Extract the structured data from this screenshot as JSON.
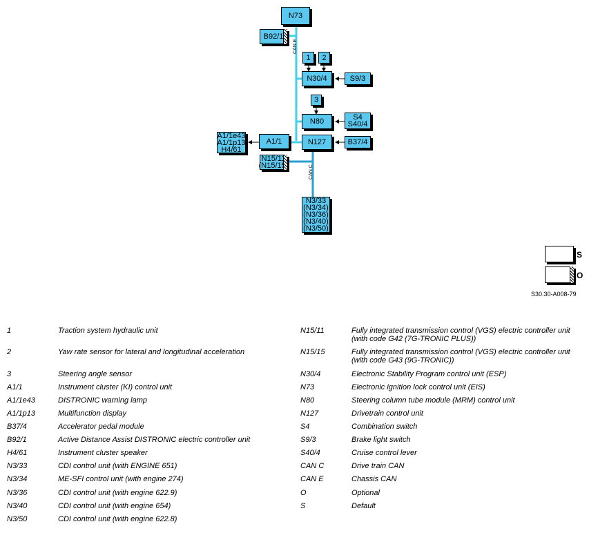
{
  "diagram": {
    "nodes": {
      "N73": "N73",
      "B92_1": "B92/1",
      "c1": "1",
      "c2": "2",
      "N30_4": "N30/4",
      "S9_3": "S9/3",
      "c3": "3",
      "N80": "N80",
      "S4_S40_4": [
        "S4",
        "S40/4"
      ],
      "A1_1": "A1/1",
      "A1_group": [
        "A1/1e43",
        "A1/1p13",
        "H4/61"
      ],
      "N127": "N127",
      "B37_4": "B37/4",
      "N15_group": [
        "N15/11",
        "(N15/15)"
      ],
      "N3_group": [
        "N3/33",
        "(N3/34)",
        "(N3/36)",
        "(N3/40)",
        "(N3/50)"
      ]
    },
    "bus_labels": {
      "can_e": "CAN E",
      "can_c": "CAN C"
    },
    "bus_color": "#3fd0e8",
    "bus_color_c": "#2a9fd0",
    "node_color": "#5bc8f0"
  },
  "legend_symbols": {
    "standard": "S",
    "optional": "O"
  },
  "figure_ref": "S30.30-A008-79",
  "legend": {
    "left": [
      {
        "code": "1",
        "desc": "Traction system hydraulic unit"
      },
      {
        "code": "2",
        "desc": "Yaw rate sensor for lateral and longitudinal acceleration"
      },
      {
        "code": "3",
        "desc": "Steering angle sensor"
      },
      {
        "code": "A1/1",
        "desc": "Instrument cluster (KI) control unit"
      },
      {
        "code": "A1/1e43",
        "desc": "DISTRONIC warning lamp"
      },
      {
        "code": "A1/1p13",
        "desc": "Multifunction display"
      },
      {
        "code": "B37/4",
        "desc": "Accelerator pedal module"
      },
      {
        "code": "B92/1",
        "desc": "Active Distance Assist DISTRONIC electric controller unit"
      },
      {
        "code": "H4/61",
        "desc": "Instrument cluster speaker"
      },
      {
        "code": "N3/33",
        "desc": "CDI control unit (with ENGINE 651)"
      },
      {
        "code": "N3/34",
        "desc": "ME-SFI control unit (with engine 274)"
      },
      {
        "code": "N3/36",
        "desc": "CDI control unit (with engine 622.9)"
      },
      {
        "code": "N3/40",
        "desc": "CDI control unit (with engine 654)"
      },
      {
        "code": "N3/50",
        "desc": "CDI control unit (with engine 622.8)"
      }
    ],
    "right": [
      {
        "code": "N15/11",
        "desc": "Fully integrated transmission control (VGS) electric controller unit (with code G42 (7G-TRONIC PLUS))"
      },
      {
        "code": "N15/15",
        "desc": "Fully integrated transmission control (VGS) electric controller unit (with code G43 (9G-TRONIC))"
      },
      {
        "code": "N30/4",
        "desc": "Electronic Stability Program control unit (ESP)"
      },
      {
        "code": "N73",
        "desc": "Electronic ignition lock control unit (EIS)"
      },
      {
        "code": "N80",
        "desc": "Steering column tube module (MRM) control unit"
      },
      {
        "code": "N127",
        "desc": "Drivetrain control unit"
      },
      {
        "code": "S4",
        "desc": "Combination switch"
      },
      {
        "code": "S9/3",
        "desc": "Brake light switch"
      },
      {
        "code": "S40/4",
        "desc": "Cruise control lever"
      },
      {
        "code": "CAN C",
        "desc": "Drive train CAN"
      },
      {
        "code": "CAN E",
        "desc": "Chassis CAN"
      },
      {
        "code": "O",
        "desc": "Optional"
      },
      {
        "code": "S",
        "desc": "Default"
      }
    ]
  }
}
